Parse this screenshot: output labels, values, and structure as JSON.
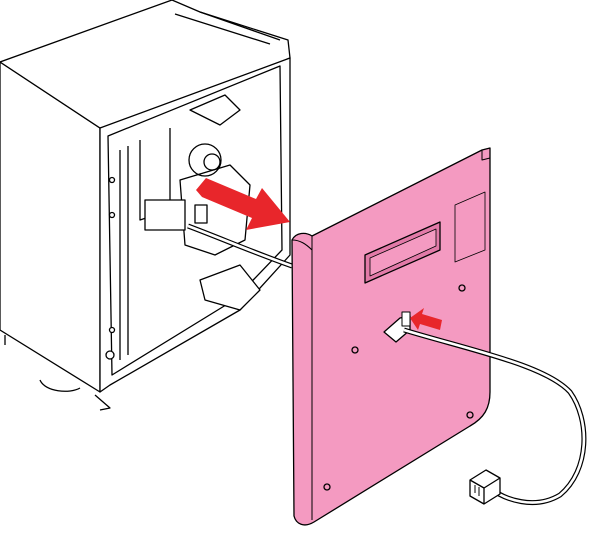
{
  "colors": {
    "panel_fill": "#f49ac1",
    "panel_edge": "#e27aa8",
    "arrow": "#e8262b",
    "line": "#000000",
    "body": "#ffffff"
  },
  "icons": [
    "printer-body",
    "side-panel",
    "removal-arrow",
    "cable-arrow",
    "cable",
    "connector"
  ]
}
